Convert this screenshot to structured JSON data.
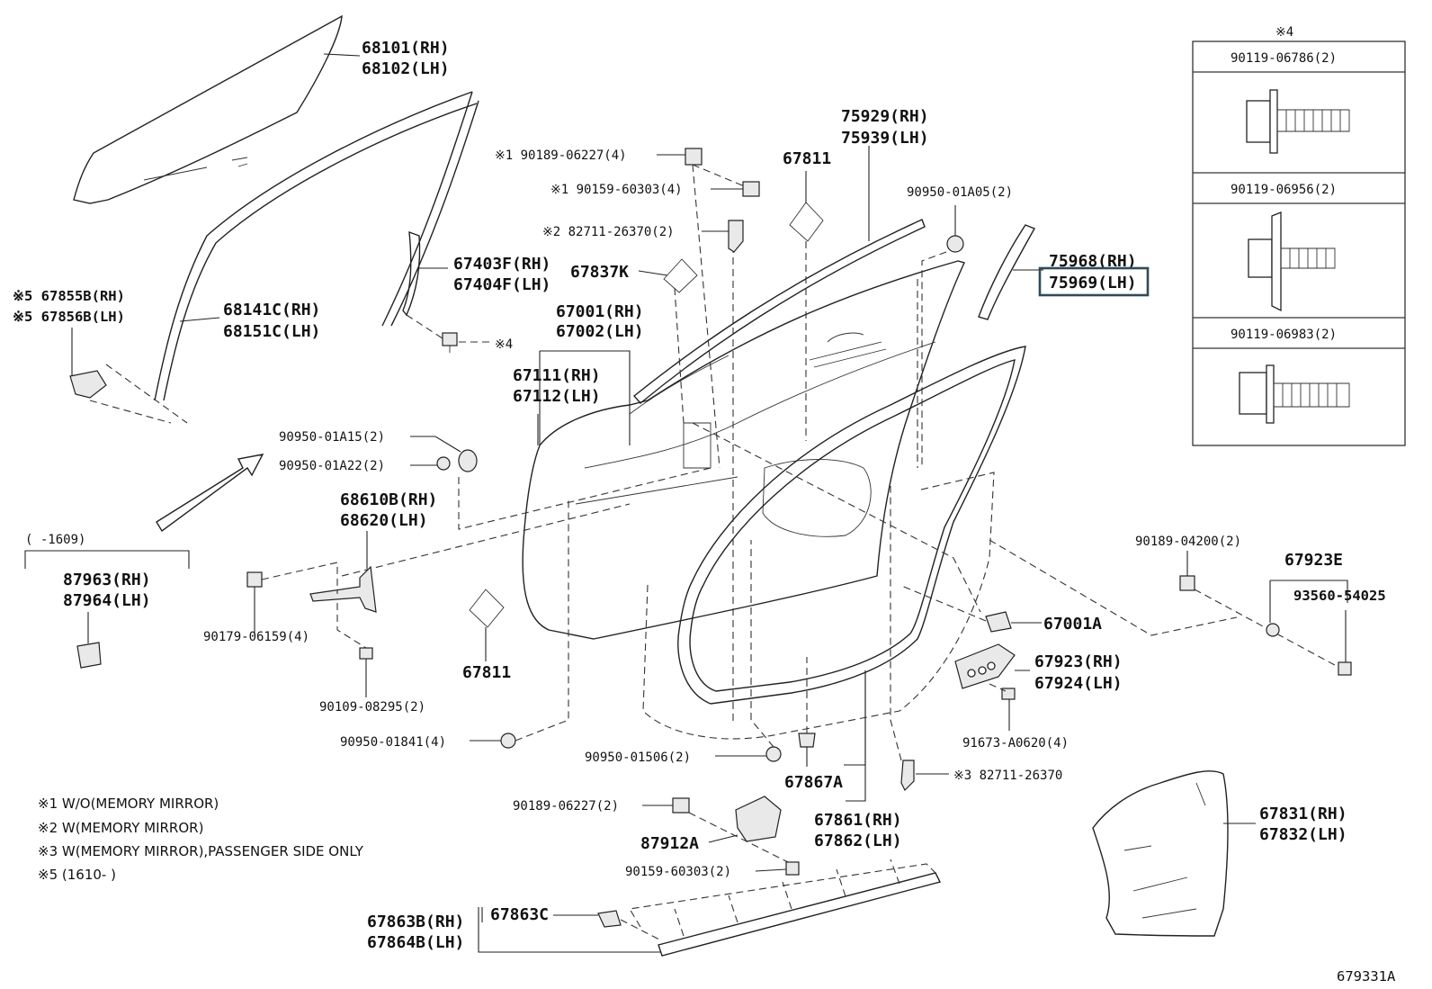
{
  "labels": {
    "l68101": "68101(RH)",
    "l68102": "68102(LH)",
    "l75929": "75929(RH)",
    "l75939": "75939(LH)",
    "l67811a": "67811",
    "l67811b": "67811",
    "l90950_01a05": "90950-01A05(2)",
    "l75968": "75968(RH)",
    "l75969": "75969(LH)",
    "l90189_06227a": "※1 90189-06227(4)",
    "l90159_60303a": "※1 90159-60303(4)",
    "l82711_26370a": "※2 82711-26370(2)",
    "l67403f": "67403F(RH)",
    "l67404f": "67404F(LH)",
    "l67837k": "67837K",
    "l67855b": "※5 67855B(RH)",
    "l67856b": "※5 67856B(LH)",
    "l68141c": "68141C(RH)",
    "l68151c": "68151C(LH)",
    "l67001": "67001(RH)",
    "l67002": "67002(LH)",
    "lstar4a": "※4",
    "l67111": "67111(RH)",
    "l67112": "67112(LH)",
    "l90950_01a15": "90950-01A15(2)",
    "l90950_01a22": "90950-01A22(2)",
    "l68610b": "68610B(RH)",
    "l68620": "68620(LH)",
    "lrange1609": "(      -1609)",
    "l87963": "87963(RH)",
    "l87964": "87964(LH)",
    "l90179_06159": "90179-06159(4)",
    "l90109_08295": "90109-08295(2)",
    "l90950_01841": "90950-01841(4)",
    "l90950_01506": "90950-01506(2)",
    "l67867a": "67867A",
    "l90189_06227b": "90189-06227(2)",
    "l87912a": "87912A",
    "l90159_60303b": "90159-60303(2)",
    "l67861": "67861(RH)",
    "l67862": "67862(LH)",
    "l82711_26370b": "※3 82711-26370",
    "l67863b": "67863B(RH)",
    "l67864b": "67864B(LH)",
    "l67863c": "67863C",
    "l90189_04200": "90189-04200(2)",
    "l67923e": "67923E",
    "l93560_54025": "93560-54025",
    "l67001a": "67001A",
    "l67923": "67923(RH)",
    "l67924": "67924(LH)",
    "l91673": "91673-A0620(4)",
    "l67831": "67831(RH)",
    "l67832": "67832(LH)",
    "diagram_code": "679331A"
  },
  "notes": {
    "n1": "※1 W/O(MEMORY MIRROR)",
    "n2": "※2 W(MEMORY MIRROR)",
    "n3": "※3 W(MEMORY MIRROR),PASSENGER SIDE ONLY",
    "n5": "※5 (1610-      )"
  },
  "table": {
    "header": "※4",
    "rows": [
      "90119-06786(2)",
      "90119-06956(2)",
      "90119-06983(2)"
    ]
  },
  "highlight_color": "#2f4a5a"
}
